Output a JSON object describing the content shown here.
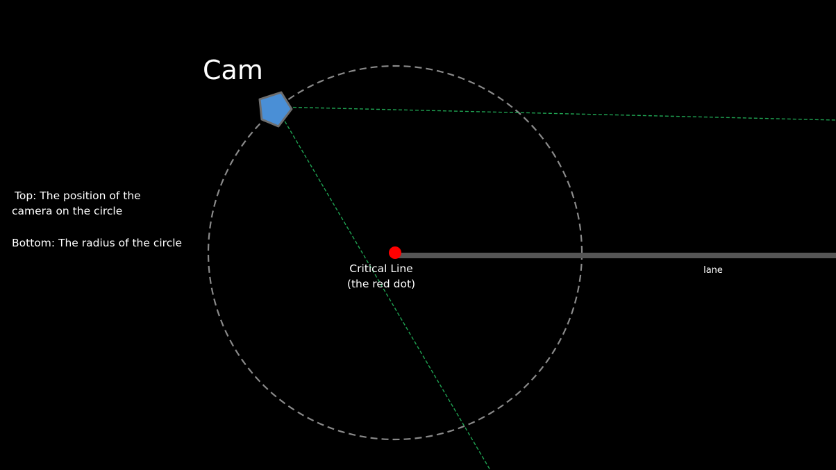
{
  "labels": {
    "cam_title": "Cam",
    "description_top_line1": "Top: The position of the",
    "description_top_line2": "camera on the circle",
    "description_bottom": "Bottom: The radius of the circle",
    "critical_line_line1": "Critical Line",
    "critical_line_line2": "(the red dot)",
    "lane": "lane"
  },
  "colors": {
    "background": "#000000",
    "circle_stroke": "#8a8a8a",
    "sight_line": "#1fa352",
    "camera_fill": "#4a8fd6",
    "camera_stroke": "#6e6e6e",
    "red_dot": "#ff0000",
    "lane_bar": "#555555",
    "text": "#ffffff"
  }
}
